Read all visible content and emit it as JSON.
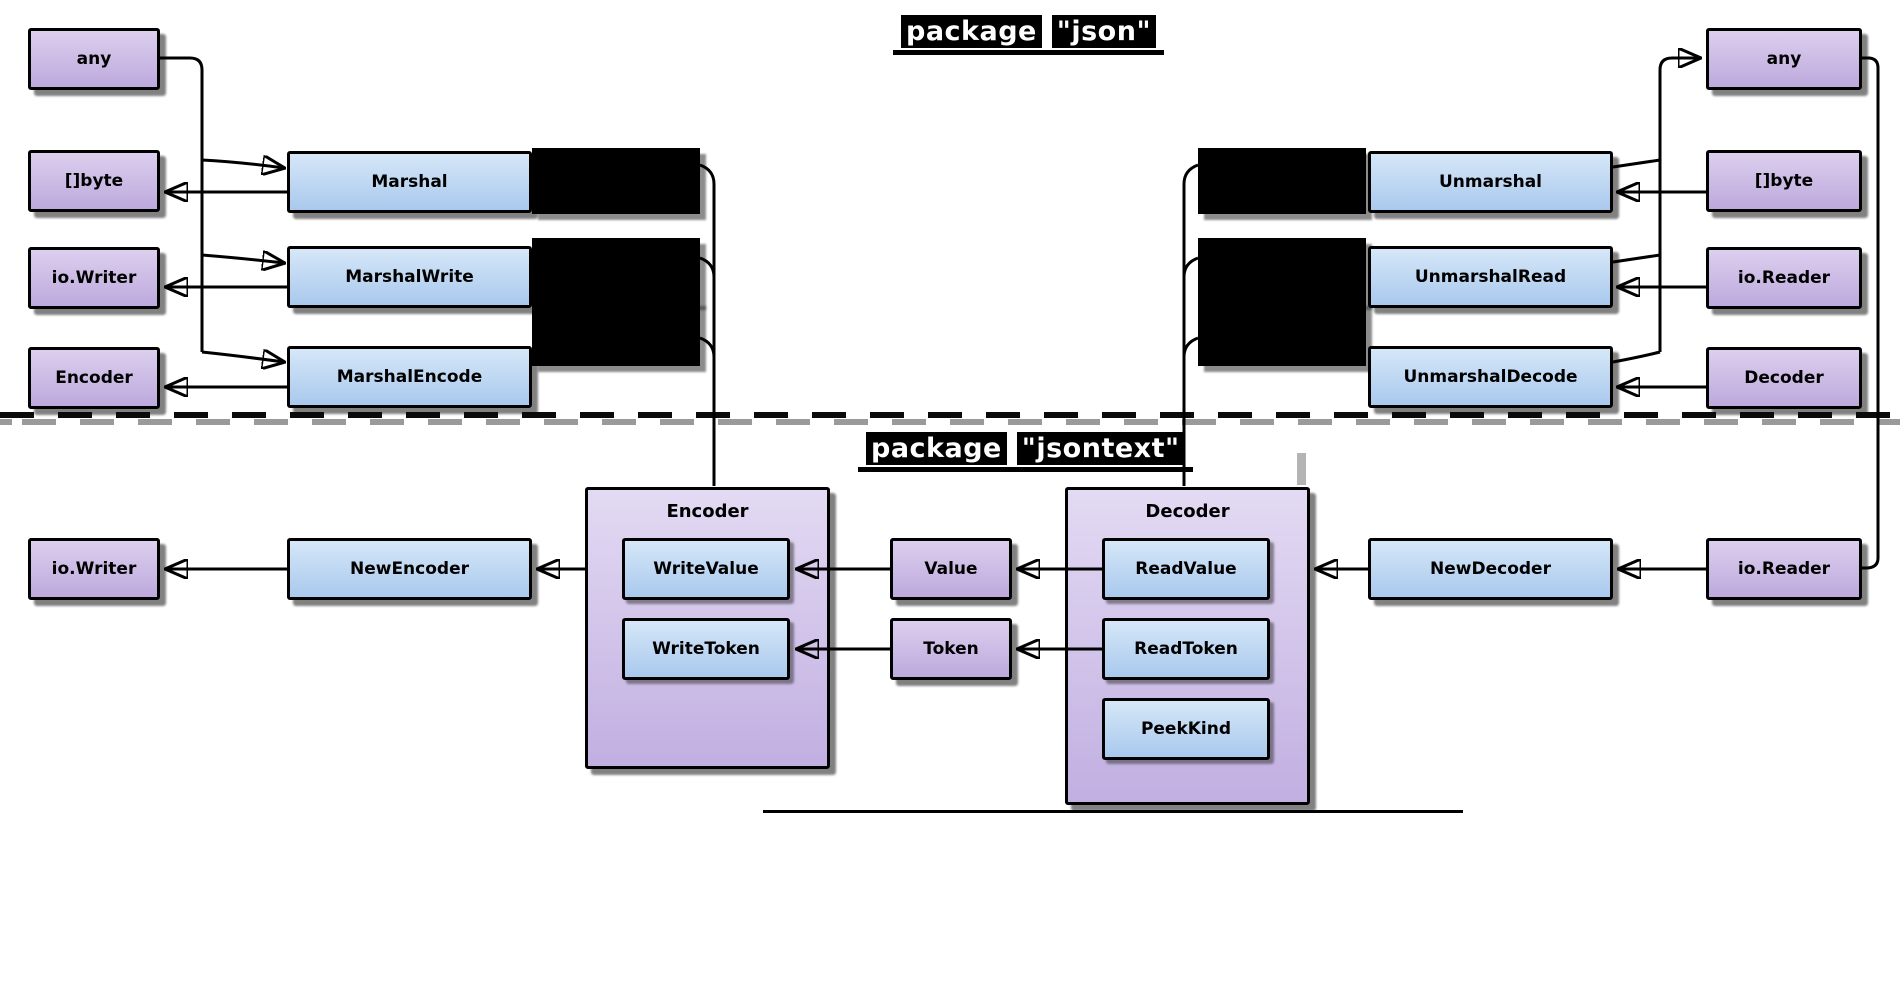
{
  "titles": {
    "json": {
      "package_word": "package",
      "name": "\"json\""
    },
    "jsontext": {
      "package_word": "package",
      "name": "\"jsontext\""
    }
  },
  "json_section": {
    "left_types": [
      "any",
      "[]byte",
      "io.Writer",
      "Encoder"
    ],
    "marshal_funcs": [
      "Marshal",
      "MarshalWrite",
      "MarshalEncode"
    ],
    "unmarshal_funcs": [
      "Unmarshal",
      "UnmarshalRead",
      "UnmarshalDecode"
    ],
    "right_types": [
      "any",
      "[]byte",
      "io.Reader",
      "Decoder"
    ]
  },
  "jsontext_section": {
    "io_writer": "io.Writer",
    "new_encoder": "NewEncoder",
    "encoder": {
      "title": "Encoder",
      "methods": [
        "WriteValue",
        "WriteToken"
      ]
    },
    "value": "Value",
    "token": "Token",
    "decoder": {
      "title": "Decoder",
      "methods": [
        "ReadValue",
        "ReadToken",
        "PeekKind"
      ]
    },
    "new_decoder": "NewDecoder",
    "io_reader": "io.Reader"
  },
  "colors": {
    "purple_top": "#dccfee",
    "purple_bottom": "#bda9dd",
    "blue_top": "#d6e7f8",
    "blue_bottom": "#a9c9ed",
    "line": "#000000"
  }
}
